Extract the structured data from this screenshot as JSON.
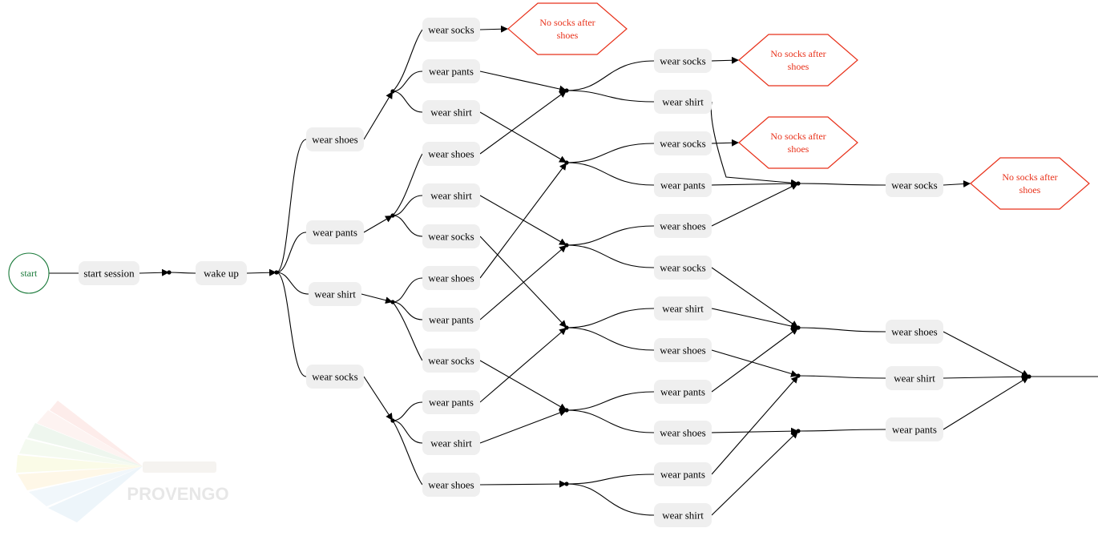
{
  "diagram": {
    "start_label": "start",
    "violation_label": [
      "No socks after",
      "shoes"
    ],
    "logo_text": "PROVENGO",
    "nodes": [
      {
        "id": "session",
        "label": "start session"
      },
      {
        "id": "wake",
        "label": "wake up"
      },
      {
        "id": "a1",
        "label": "wear shoes"
      },
      {
        "id": "a2",
        "label": "wear pants"
      },
      {
        "id": "a3",
        "label": "wear shirt"
      },
      {
        "id": "a4",
        "label": "wear socks"
      },
      {
        "id": "b1",
        "label": "wear socks"
      },
      {
        "id": "b2",
        "label": "wear pants"
      },
      {
        "id": "b3",
        "label": "wear shirt"
      },
      {
        "id": "b4",
        "label": "wear shoes"
      },
      {
        "id": "b5",
        "label": "wear shirt"
      },
      {
        "id": "b6",
        "label": "wear socks"
      },
      {
        "id": "b7",
        "label": "wear shoes"
      },
      {
        "id": "b8",
        "label": "wear pants"
      },
      {
        "id": "b9",
        "label": "wear socks"
      },
      {
        "id": "b10",
        "label": "wear pants"
      },
      {
        "id": "b11",
        "label": "wear shirt"
      },
      {
        "id": "b12",
        "label": "wear shoes"
      },
      {
        "id": "c1",
        "label": "wear socks"
      },
      {
        "id": "c2",
        "label": "wear shirt"
      },
      {
        "id": "c3",
        "label": "wear socks"
      },
      {
        "id": "c4",
        "label": "wear pants"
      },
      {
        "id": "c5",
        "label": "wear shoes"
      },
      {
        "id": "c6",
        "label": "wear socks"
      },
      {
        "id": "c7",
        "label": "wear shirt"
      },
      {
        "id": "c8",
        "label": "wear shoes"
      },
      {
        "id": "c9",
        "label": "wear pants"
      },
      {
        "id": "c10",
        "label": "wear shoes"
      },
      {
        "id": "c11",
        "label": "wear pants"
      },
      {
        "id": "c12",
        "label": "wear shirt"
      },
      {
        "id": "d1",
        "label": "wear socks"
      },
      {
        "id": "d2",
        "label": "wear shoes"
      },
      {
        "id": "d3",
        "label": "wear shirt"
      },
      {
        "id": "d4",
        "label": "wear pants"
      }
    ],
    "violations": [
      "v1",
      "v2",
      "v3",
      "v4"
    ],
    "edges": [
      [
        "start",
        "session"
      ],
      [
        "session",
        "j0"
      ],
      [
        "j0",
        "wake"
      ],
      [
        "wake",
        "j1"
      ],
      [
        "j1",
        "a1"
      ],
      [
        "j1",
        "a2"
      ],
      [
        "j1",
        "a3"
      ],
      [
        "j1",
        "a4"
      ],
      [
        "a1",
        "jA1"
      ],
      [
        "a2",
        "jA2"
      ],
      [
        "a3",
        "jA3"
      ],
      [
        "a4",
        "jA4"
      ],
      [
        "jA1",
        "b1"
      ],
      [
        "jA1",
        "b2"
      ],
      [
        "jA1",
        "b3"
      ],
      [
        "jA2",
        "b4"
      ],
      [
        "jA2",
        "b5"
      ],
      [
        "jA2",
        "b6"
      ],
      [
        "jA3",
        "b7"
      ],
      [
        "jA3",
        "b8"
      ],
      [
        "jA3",
        "b9"
      ],
      [
        "jA4",
        "b10"
      ],
      [
        "jA4",
        "b11"
      ],
      [
        "jA4",
        "b12"
      ],
      [
        "b1",
        "v1"
      ],
      [
        "b2",
        "jB1"
      ],
      [
        "b4",
        "jB1"
      ],
      [
        "b3",
        "jB2"
      ],
      [
        "b7",
        "jB2"
      ],
      [
        "b5",
        "jB3"
      ],
      [
        "b8",
        "jB3"
      ],
      [
        "b6",
        "jB4"
      ],
      [
        "b10",
        "jB4"
      ],
      [
        "b9",
        "jB5"
      ],
      [
        "b11",
        "jB5"
      ],
      [
        "b12",
        "jB6"
      ],
      [
        "jB1",
        "c1"
      ],
      [
        "jB1",
        "c2"
      ],
      [
        "jB2",
        "c3"
      ],
      [
        "jB2",
        "c4"
      ],
      [
        "jB3",
        "c5"
      ],
      [
        "jB3",
        "c6"
      ],
      [
        "jB4",
        "c7"
      ],
      [
        "jB4",
        "c8"
      ],
      [
        "jB5",
        "c9"
      ],
      [
        "jB5",
        "c10"
      ],
      [
        "jB6",
        "c11"
      ],
      [
        "jB6",
        "c12"
      ],
      [
        "c1",
        "v2"
      ],
      [
        "c3",
        "v3"
      ],
      [
        "c2",
        "jC1"
      ],
      [
        "c4",
        "jC1"
      ],
      [
        "c5",
        "jC1"
      ],
      [
        "c6",
        "jC2"
      ],
      [
        "c7",
        "jC2"
      ],
      [
        "c9",
        "jC2"
      ],
      [
        "c8",
        "jC3"
      ],
      [
        "c11",
        "jC3"
      ],
      [
        "c10",
        "jC4"
      ],
      [
        "c12",
        "jC4"
      ],
      [
        "jC1",
        "d1"
      ],
      [
        "jC2",
        "d2"
      ],
      [
        "jC3",
        "d3"
      ],
      [
        "jC4",
        "d4"
      ],
      [
        "d1",
        "v4"
      ],
      [
        "d2",
        "jEnd"
      ],
      [
        "d3",
        "jEnd"
      ],
      [
        "d4",
        "jEnd"
      ],
      [
        "jEnd",
        "out"
      ]
    ]
  },
  "colors": {
    "node_fill": "#efefef",
    "violation_stroke": "#e8311a",
    "start_stroke": "#1a7a3a",
    "edge": "#000000"
  }
}
